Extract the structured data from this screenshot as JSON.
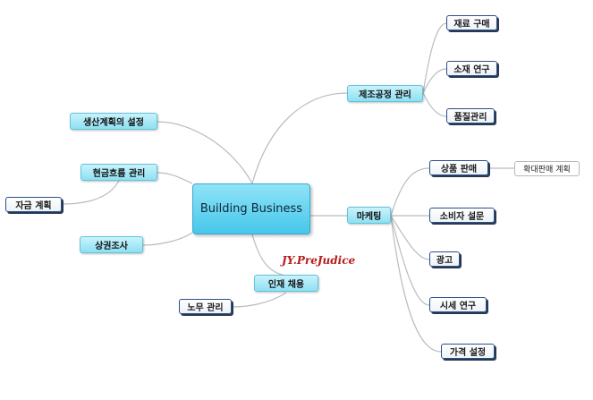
{
  "center": "Building Business",
  "watermark": "JY.PreJudice",
  "branches": {
    "production": {
      "label": "제조공정 관리",
      "children": [
        "재료 구매",
        "소재 연구",
        "품질관리"
      ]
    },
    "marketing": {
      "label": "마케팅",
      "children": [
        "상품 판매",
        "소비자 설문",
        "광고",
        "시세 연구",
        "가격 설정"
      ],
      "sales_child": "확대판매 계획"
    },
    "production_planning": {
      "label": "생산계획의 설정"
    },
    "cashflow": {
      "label": "현금흐름 관리",
      "children": [
        "자금 계획"
      ]
    },
    "trade_area": {
      "label": "상권조사"
    },
    "hiring": {
      "label": "인재 채용",
      "children": [
        "노무 관리"
      ]
    }
  }
}
